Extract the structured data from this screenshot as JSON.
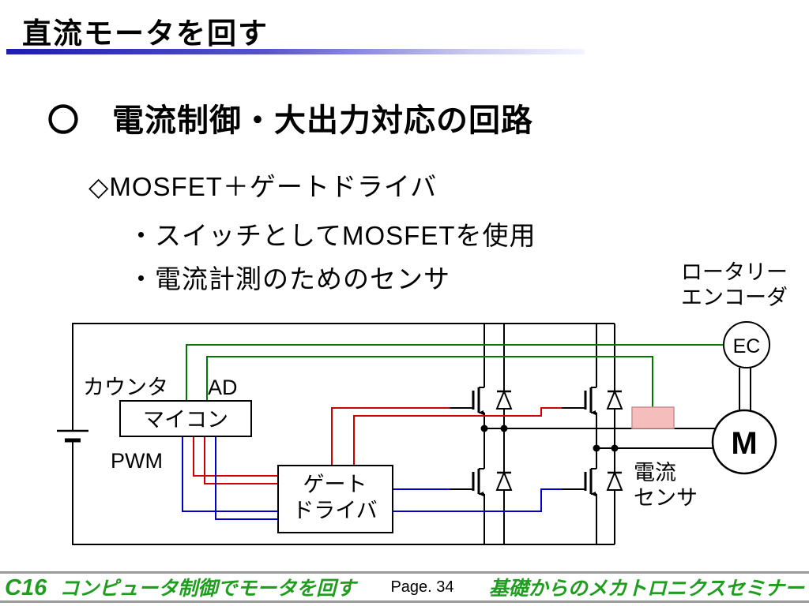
{
  "slide": {
    "title": "直流モータを回す",
    "heading": "〇　電流制御・大出力対応の回路",
    "sub_heading": "◇MOSFET＋ゲートドライバ",
    "bullets": [
      "・スイッチとしてMOSFETを使用",
      "・電流計測のためのセンサ"
    ]
  },
  "diagram": {
    "labels": {
      "counter": "カウンタ",
      "ad": "AD",
      "pwm": "PWM",
      "micon": "マイコン",
      "gate_driver_line1": "ゲート",
      "gate_driver_line2": "ドライバ",
      "current_sensor_line1": "電流",
      "current_sensor_line2": "センサ",
      "rotary_encoder_line1": "ロータリー",
      "rotary_encoder_line2": "エンコーダ",
      "encoder_circle": "EC",
      "motor_circle": "M"
    },
    "colors": {
      "pwm_high": "#cc0000",
      "pwm_low": "#0000cc",
      "sense": "#007700",
      "sensor_fill": "#f6bdbd"
    }
  },
  "footer": {
    "code": "C16",
    "left_title": "コンピュータ制御でモータを回す",
    "page_label": "Page. 34",
    "right_title": "基礎からのメカトロニクスセミナー",
    "accent_color": "#1f9d1f"
  }
}
